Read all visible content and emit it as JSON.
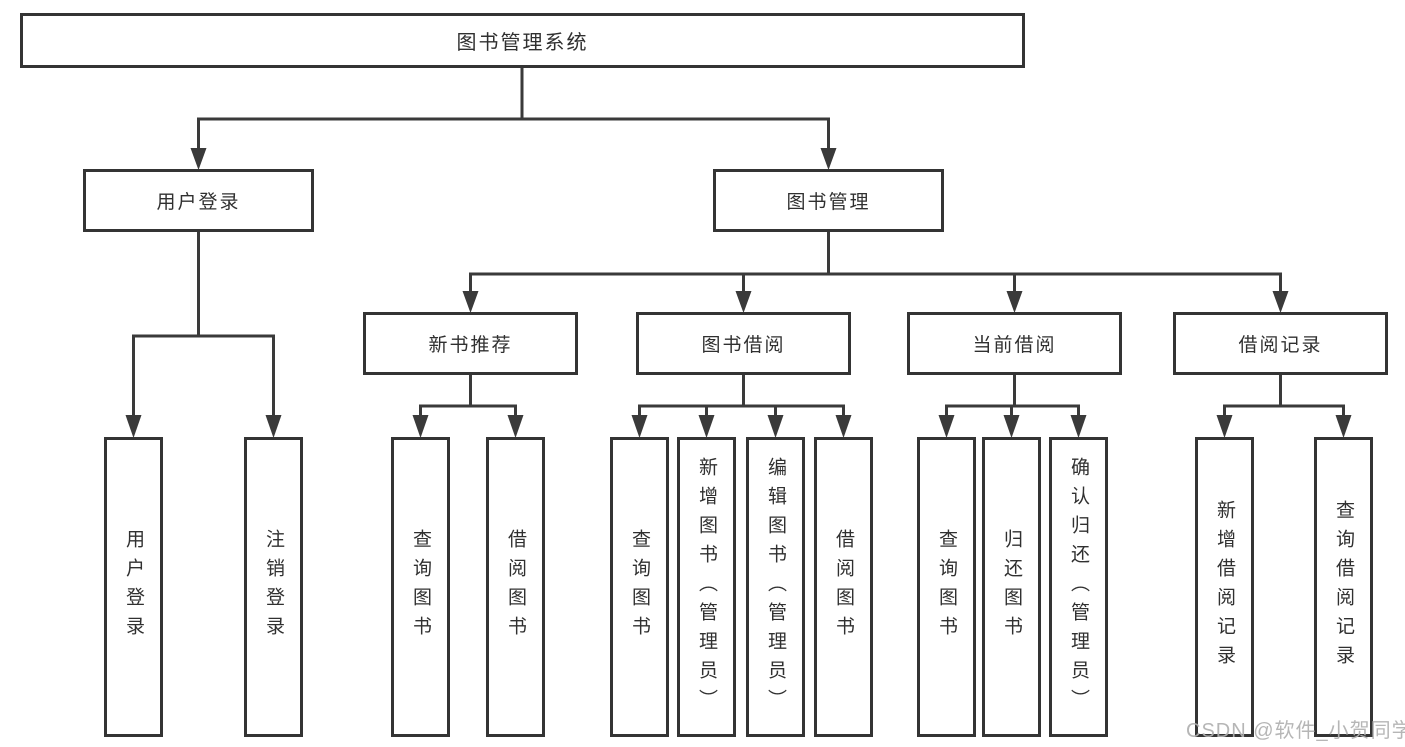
{
  "diagram": {
    "title": "图书管理系统",
    "type": "hierarchy-tree"
  },
  "nodes": {
    "root": {
      "label": "图书管理系统"
    },
    "level2": [
      {
        "label": "用户登录"
      },
      {
        "label": "图书管理"
      }
    ],
    "level3": [
      {
        "label": "新书推荐"
      },
      {
        "label": "图书借阅"
      },
      {
        "label": "当前借阅"
      },
      {
        "label": "借阅记录"
      }
    ],
    "leaves": {
      "user_login": [
        {
          "label": "用户登录"
        },
        {
          "label": "注销登录"
        }
      ],
      "new_book_recommend": [
        {
          "label": "查询图书"
        },
        {
          "label": "借阅图书"
        }
      ],
      "book_borrowing": [
        {
          "label": "查询图书"
        },
        {
          "label": "新增图书（管理员）"
        },
        {
          "label": "编辑图书（管理员）"
        },
        {
          "label": "借阅图书"
        }
      ],
      "current_borrowing": [
        {
          "label": "查询图书"
        },
        {
          "label": "归还图书"
        },
        {
          "label": "确认归还（管理员）"
        }
      ],
      "borrowing_records": [
        {
          "label": "新增借阅记录"
        },
        {
          "label": "查询借阅记录"
        }
      ]
    }
  },
  "watermark": {
    "text": "CSDN @软件_小贺同学"
  },
  "colors": {
    "line": "#3a3a3a",
    "box_border": "#343434",
    "text": "#303030",
    "watermark": "#b0b0b0",
    "background": "#ffffff"
  }
}
